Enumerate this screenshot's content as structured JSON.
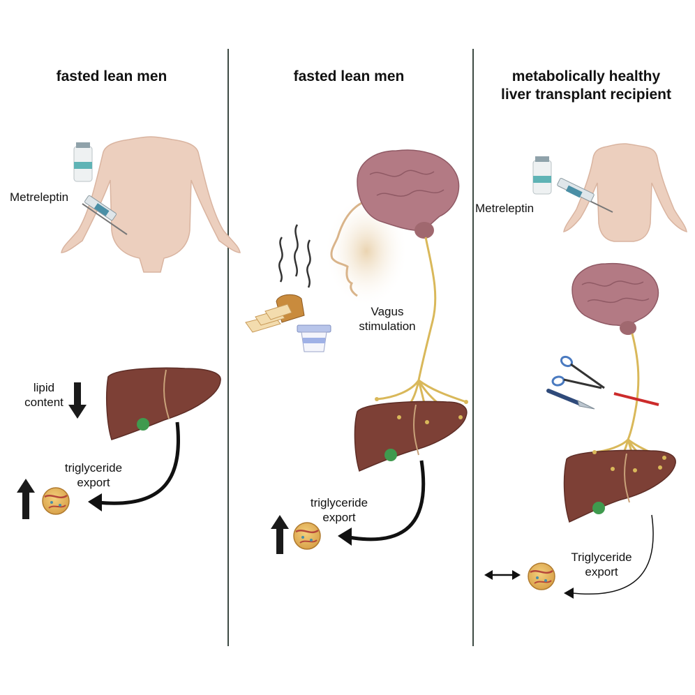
{
  "panels": [
    {
      "title": "fasted lean men",
      "drug_label": "Metreleptin",
      "lipid_label_line1": "lipid",
      "lipid_label_line2": "content",
      "tg_label_line1": "triglyceride",
      "tg_label_line2": "export"
    },
    {
      "title": "fasted lean men",
      "vagus_label_line1": "Vagus",
      "vagus_label_line2": "stimulation",
      "tg_label_line1": "triglyceride",
      "tg_label_line2": "export"
    },
    {
      "title_line1": "metabolically healthy",
      "title_line2": "liver transplant recipient",
      "drug_label": "Metreleptin",
      "tg_label_line1": "Triglyceride",
      "tg_label_line2": "export"
    }
  ],
  "colors": {
    "liver": "#7d4036",
    "gallbladder": "#3f9a4e",
    "brain": "#b37a84",
    "nerve": "#d9b85a",
    "skin": "#eccfbe",
    "lipoprotein": "#e2b55c",
    "cut_line": "#cc2b2b"
  },
  "icons": [
    "vial-icon",
    "syringe-icon",
    "body-icon",
    "brain-icon",
    "liver-icon",
    "lipoprotein-icon",
    "arrow-up-icon",
    "arrow-down-icon",
    "bread-icon",
    "yogurt-icon",
    "steam-icon",
    "scissors-icon",
    "scalpel-icon",
    "double-arrow-icon"
  ]
}
